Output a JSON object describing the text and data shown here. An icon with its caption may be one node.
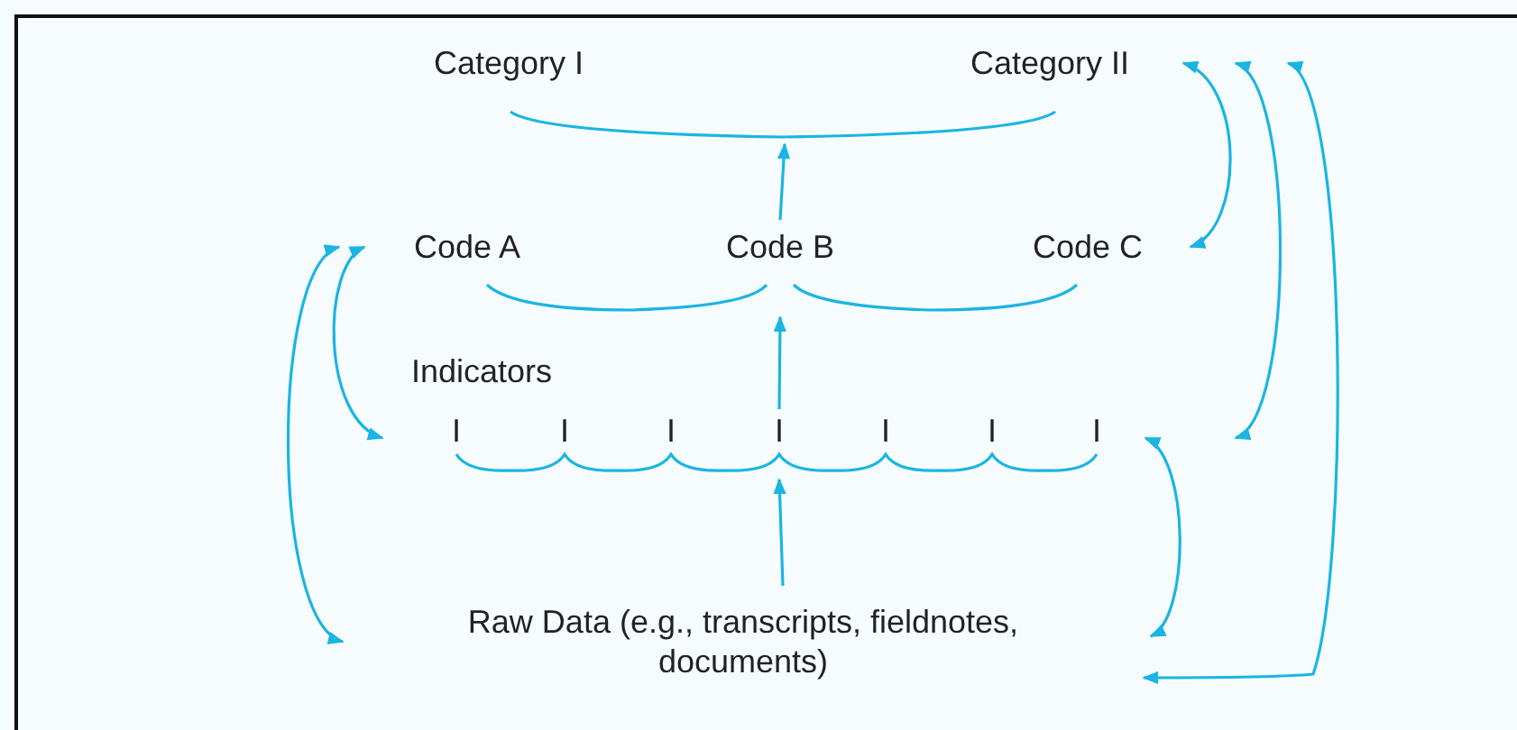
{
  "diagram": {
    "nodes": [
      {
        "text": [
          "Category I"
        ]
      },
      {
        "text": [
          "Category II"
        ]
      },
      {
        "text": [
          "Code A"
        ]
      },
      {
        "text": [
          "Code B"
        ]
      },
      {
        "text": [
          "Code C"
        ]
      },
      {
        "text": [
          "I"
        ]
      },
      {
        "text": [
          "I"
        ]
      },
      {
        "text": [
          "I"
        ]
      },
      {
        "text": [
          "I"
        ]
      },
      {
        "text": [
          "I"
        ]
      },
      {
        "text": [
          "I"
        ]
      },
      {
        "text": [
          "I"
        ]
      },
      {
        "text": [
          "Raw Data (e.g., transcripts, fieldnotes, documents)"
        ]
      },
      {
        "text": [],
        "shape": "brace"
      }
    ],
    "edges": [
      {
        "from": 12,
        "to": 8,
        "arrow": "to"
      },
      {
        "from": 8,
        "to": 3,
        "arrow": "to"
      },
      {
        "from": 3,
        "to": 13,
        "arrow": "to"
      },
      {
        "from": 2,
        "to": 12,
        "arrow": "both"
      },
      {
        "from": 2,
        "to": 5,
        "arrow": "both"
      },
      {
        "from": 1,
        "to": 4,
        "arrow": "both"
      },
      {
        "from": 1,
        "to": 11,
        "arrow": "both"
      },
      {
        "from": 1,
        "to": 12,
        "arrow": "both"
      },
      {
        "from": 11,
        "to": 12,
        "arrow": "both"
      }
    ],
    "labels": [
      "Indicators"
    ]
  }
}
